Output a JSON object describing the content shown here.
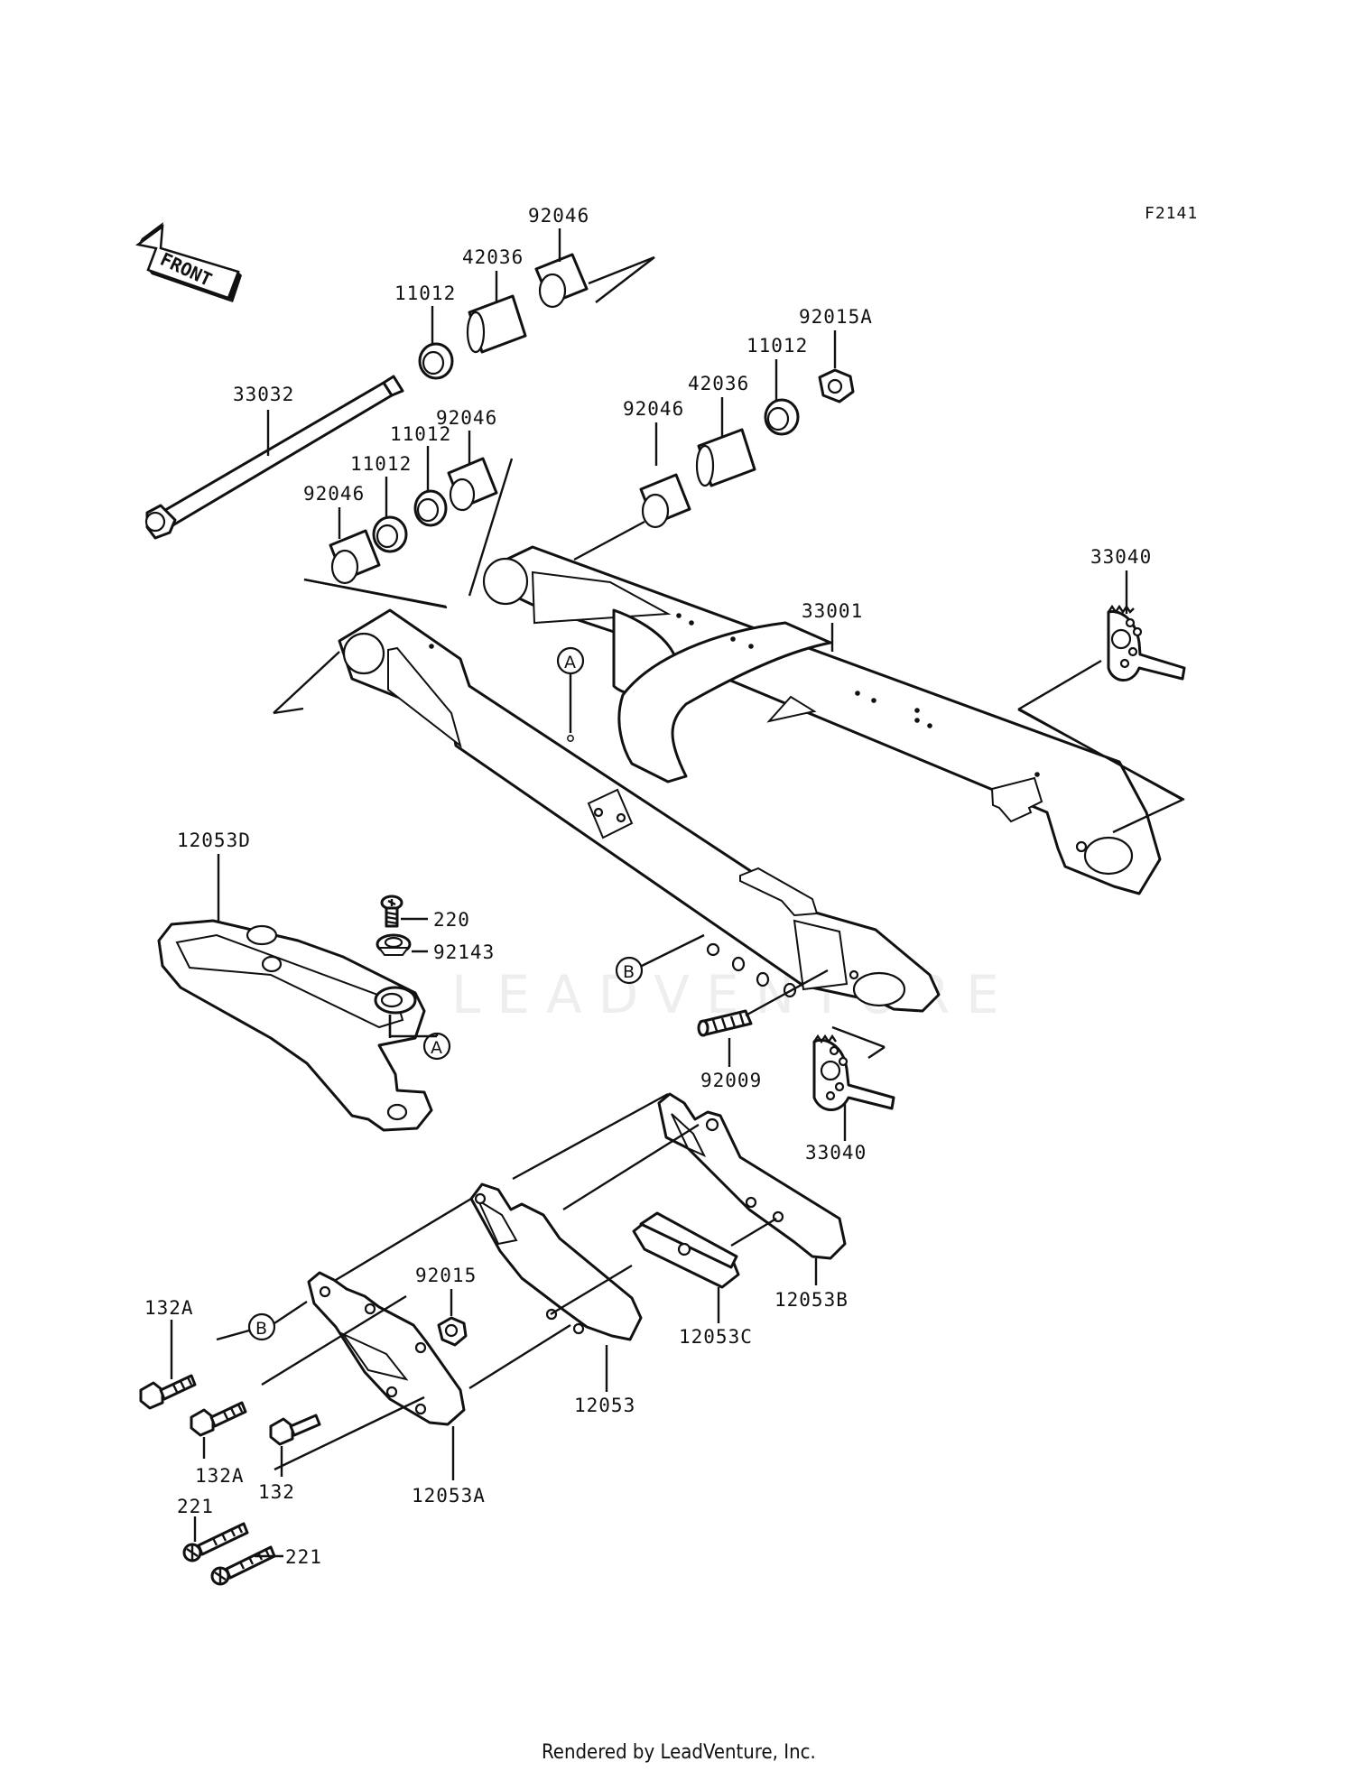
{
  "diagram_code": "F2141",
  "front_label": "FRONT",
  "callouts": {
    "p92046_top": "92046",
    "p42036_top": "42036",
    "p11012_top": "11012",
    "p33032": "33032",
    "p92046_mid": "92046",
    "p11012_mid1": "11012",
    "p11012_mid2": "11012",
    "p92046_left": "92046",
    "p92015A": "92015A",
    "p11012_right": "11012",
    "p42036_right": "42036",
    "p92046_right": "92046",
    "p33040_top": "33040",
    "p33001": "33001",
    "p12053D": "12053D",
    "p220": "220",
    "p92143": "92143",
    "p92009": "92009",
    "p33040_bottom": "33040",
    "p92015": "92015",
    "p132A_top": "132A",
    "p132A_bottom": "132A",
    "p132": "132",
    "p221_left": "221",
    "p221_right": "221",
    "p12053A": "12053A",
    "p12053": "12053",
    "p12053C": "12053C",
    "p12053B": "12053B"
  },
  "ref_markers": {
    "a_swingarm": "A",
    "a_guide": "A",
    "b_swingarm": "B",
    "b_plate": "B"
  },
  "watermark": "LEADVENTURE",
  "footer": "Rendered by LeadVenture, Inc."
}
